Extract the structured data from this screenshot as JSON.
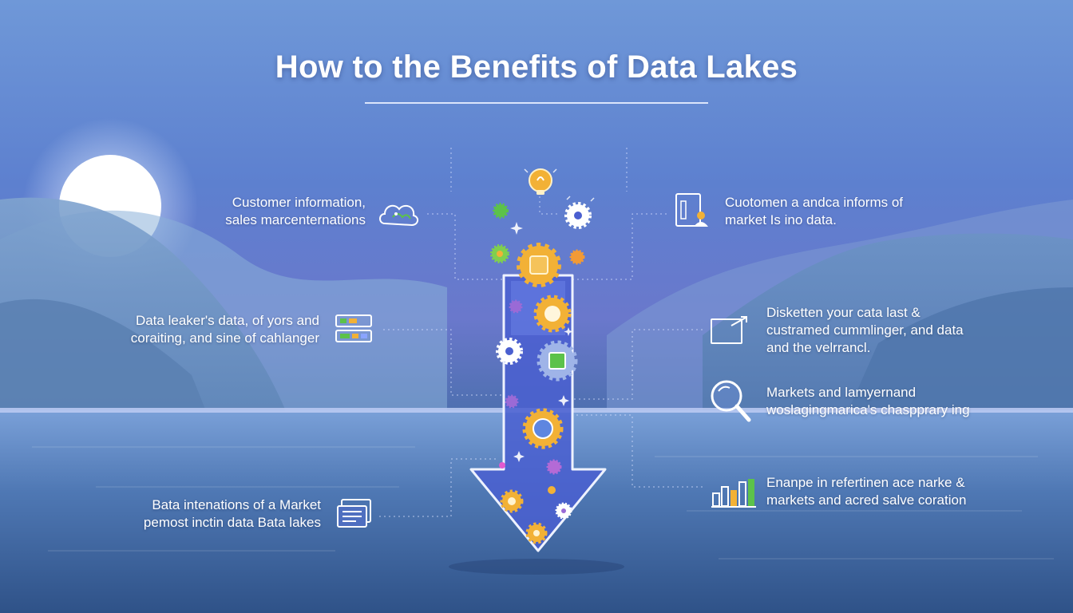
{
  "title": "How to the Benefits of Data Lakes",
  "labels": {
    "left_1": {
      "line1": "Customer information,",
      "line2": "sales marcenternations"
    },
    "left_2": {
      "line1": "Data leaker's data, of yors and",
      "line2": "coraiting, and sine of cahlanger"
    },
    "left_3": {
      "line1": "Bata intenations of a Market",
      "line2": "pemost inctin data Bata lakes"
    },
    "right_1": {
      "line1": "Cuotomen a andca informs of",
      "line2": "market Is ino data."
    },
    "right_2": {
      "line1": "Disketten your cata last &",
      "line2": "custramed cummlinger, and data",
      "line3": "and the velrrancl."
    },
    "right_3": {
      "line1": "Markets and lamyernand",
      "line2": "woslagingmarica's chaspprary ing"
    },
    "right_4": {
      "line1": "Enanpe in refertinen ace narke &",
      "line2": "markets and acred salve coration"
    }
  },
  "icons": {
    "left_1": "cloud-brain-icon",
    "left_2": "server-rack-icon",
    "left_3": "document-stack-icon",
    "right_1": "report-user-icon",
    "right_2": "board-arrow-icon",
    "right_3": "magnifier-icon",
    "right_4": "bar-chart-icon",
    "top": "lightbulb-icon"
  },
  "colors": {
    "accent_gold": "#f2b136",
    "accent_green": "#5cc24a",
    "accent_purple": "#9a6ad6",
    "arrow_fill": "#4a5fd0",
    "arrow_outline": "#eef2ff"
  }
}
